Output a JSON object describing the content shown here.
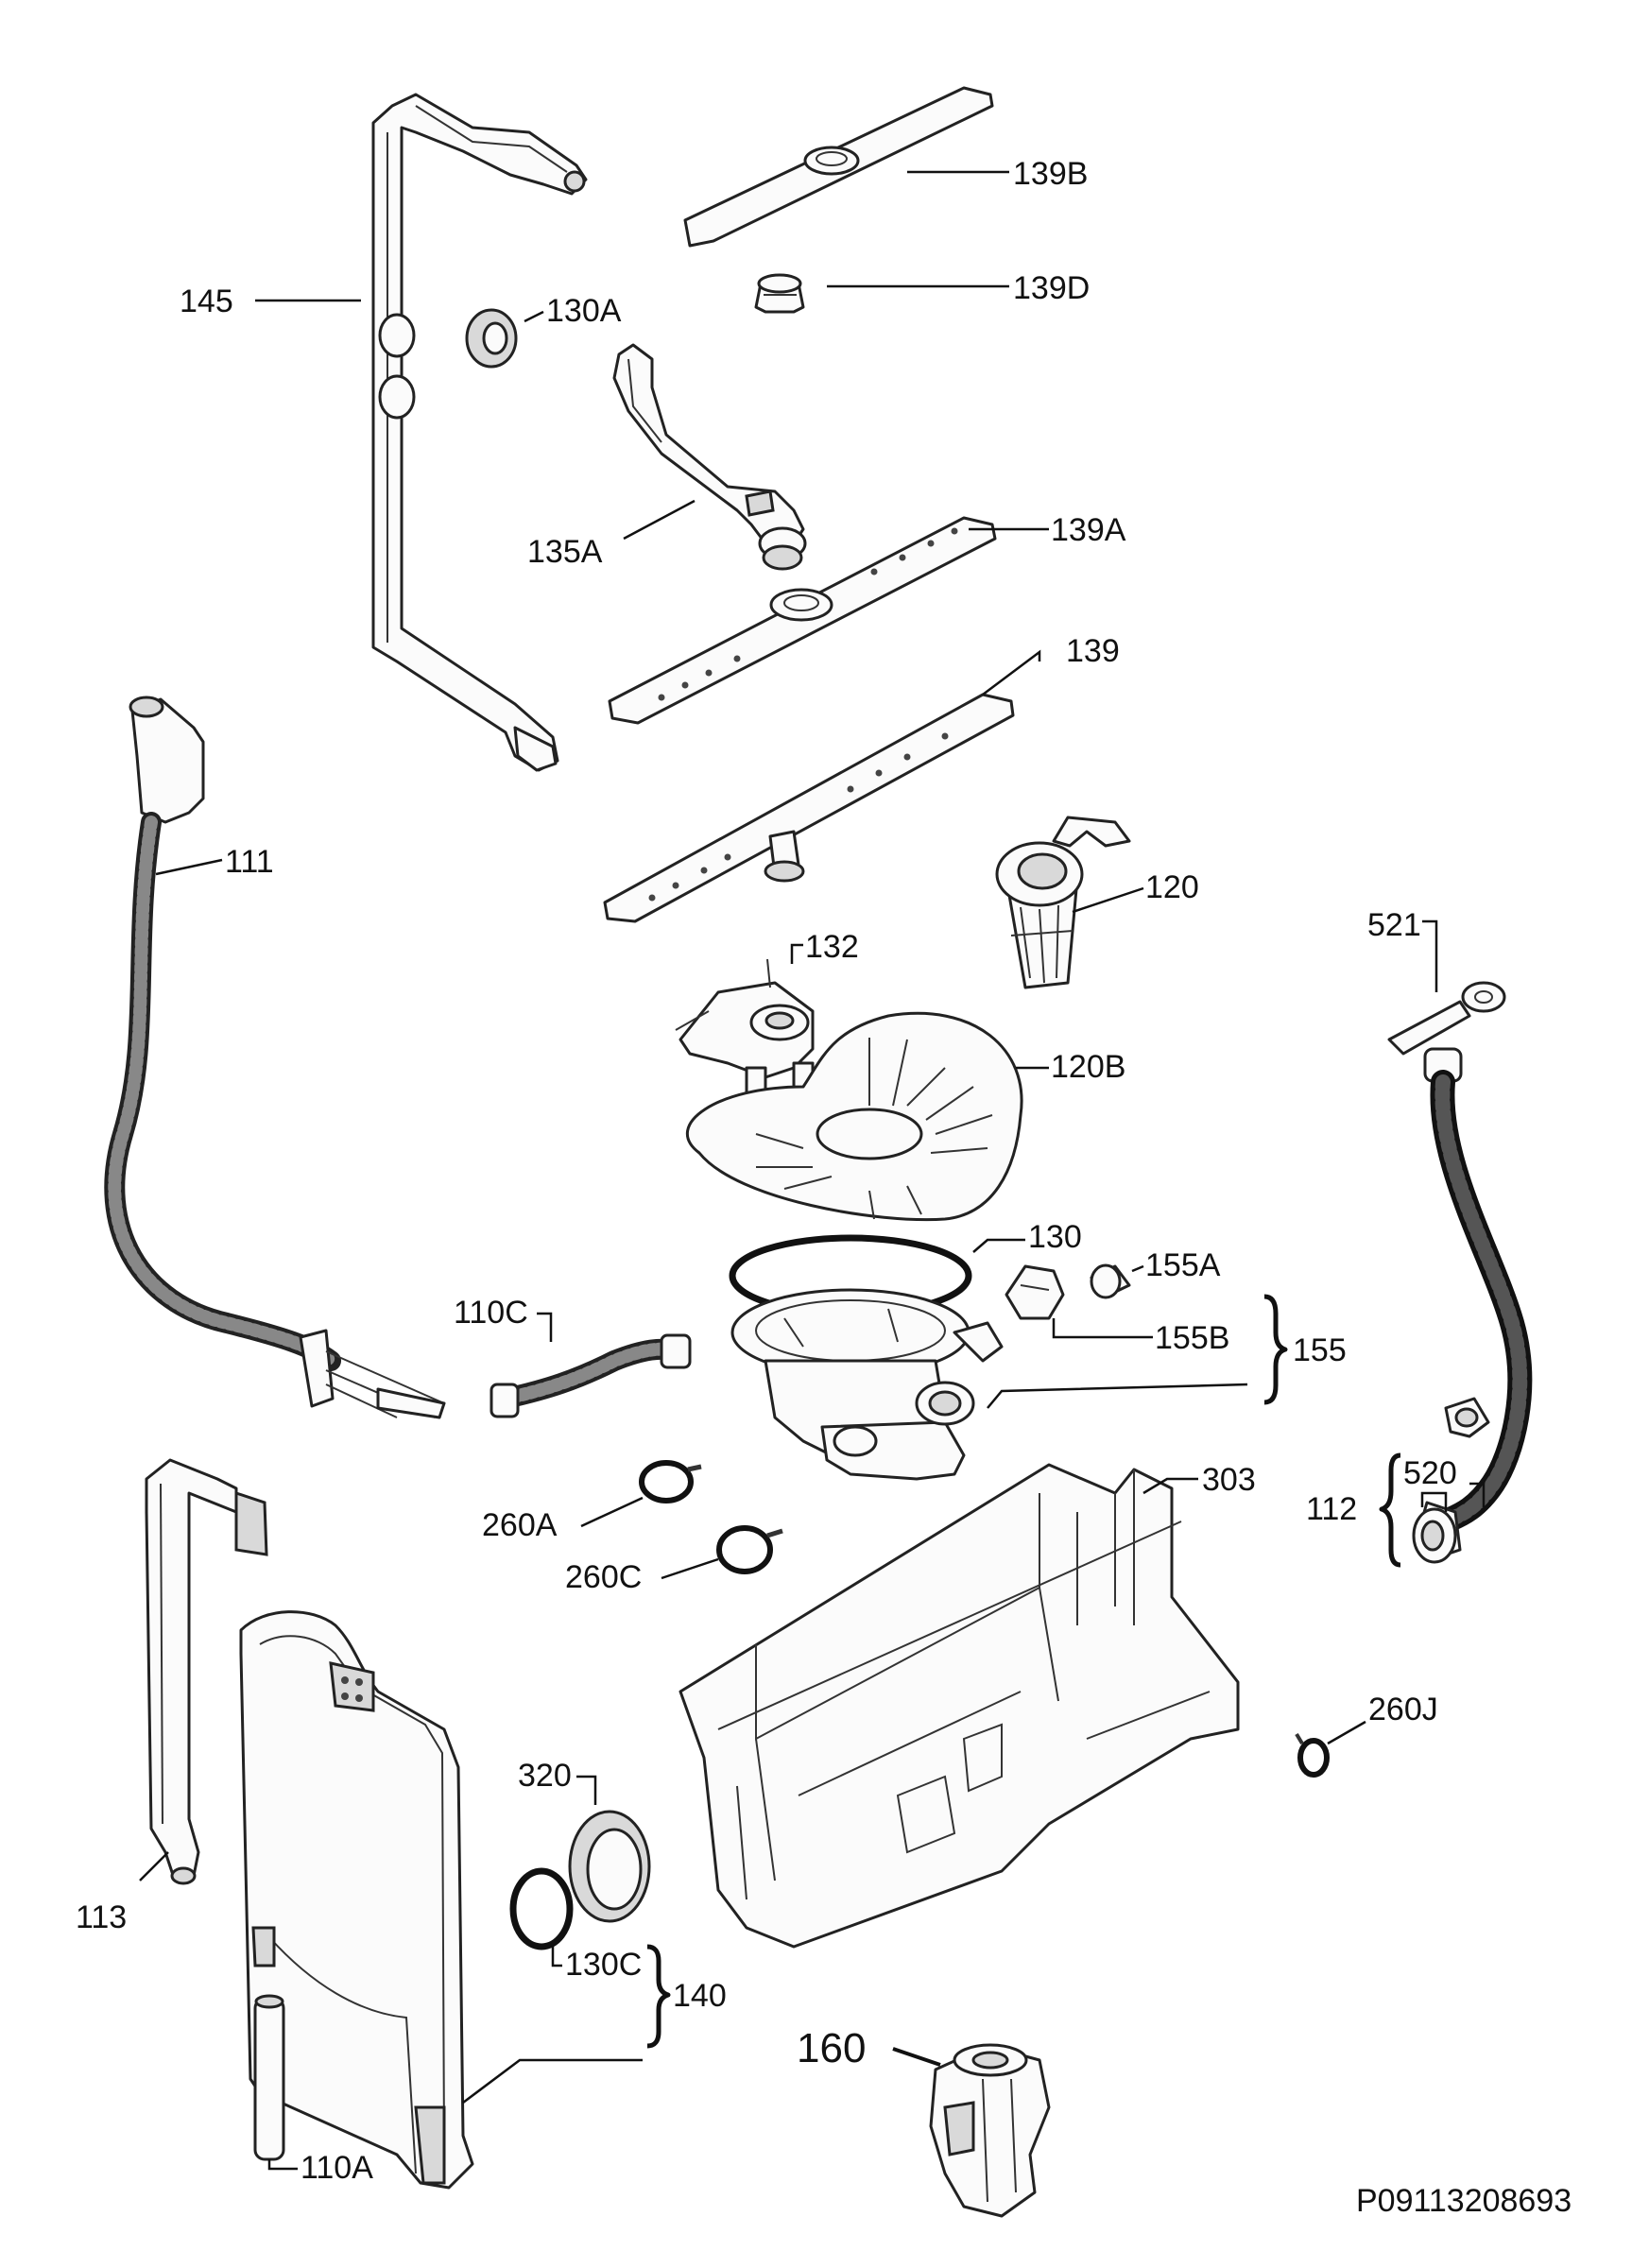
{
  "figure_id": "P09113208693",
  "labels": {
    "l145": "145",
    "l130A": "130A",
    "l139B": "139B",
    "l139D": "139D",
    "l135A": "135A",
    "l139A": "139A",
    "l139": "139",
    "l111": "111",
    "l120": "120",
    "l521": "521",
    "l132": "132",
    "l120B": "120B",
    "l130": "130",
    "l155A": "155A",
    "l155B": "155B",
    "l155": "155",
    "l110C": "110C",
    "l260A": "260A",
    "l260C": "260C",
    "l303": "303",
    "l112": "112",
    "l520": "520",
    "l260J": "260J",
    "l320": "320",
    "l113": "113",
    "l130C": "130C",
    "l140": "140",
    "l160": "160",
    "l110A": "110A"
  }
}
